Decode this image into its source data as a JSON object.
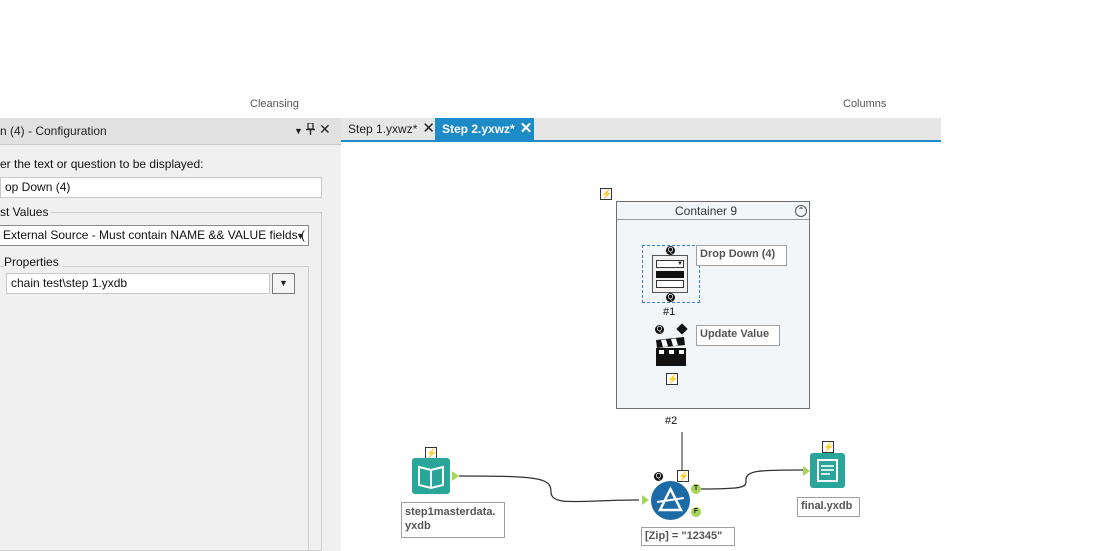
{
  "ribbon": {
    "cleansing_label": "Cleansing",
    "columns_label": "Columns"
  },
  "config_panel": {
    "title": "n (4) - Configuration",
    "prompt_label": "er the text or question to be displayed:",
    "prompt_value": "op Down (4)",
    "list_values_label": "st Values",
    "list_source_selected": "External Source - Must contain NAME && VALUE fields  (",
    "properties_label": "Properties",
    "file_path": "chain test\\step 1.yxdb"
  },
  "tabs": [
    {
      "label": "Step 1.yxwz*",
      "active": false
    },
    {
      "label": "Step 2.yxwz*",
      "active": true
    }
  ],
  "canvas": {
    "container_title": "Container 9",
    "dropdown_annotation": "Drop Down (4)",
    "update_value_annotation": "Update Value",
    "connection_1": "#1",
    "connection_2": "#2",
    "input_annotation_line1": "step1masterdata.",
    "input_annotation_line2": "yxdb",
    "filter_annotation": "[Zip] = \"12345\"",
    "output_annotation": "final.yxdb",
    "filter_true_label": "T",
    "filter_false_label": "F"
  },
  "colors": {
    "accent": "#1e8bc9",
    "input_tool": "#2aa59a",
    "filter_tool": "#1c6aa6",
    "anchor_green": "#a6d55a"
  }
}
